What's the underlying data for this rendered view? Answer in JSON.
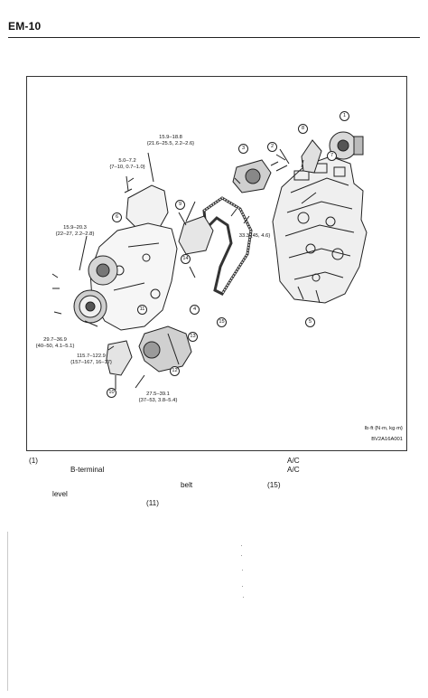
{
  "header": {
    "page_code": "EM-10"
  },
  "figure": {
    "torques": [
      {
        "text": "15.9–18.8",
        "line2": "{21.6–25.5, 2.2–2.6}"
      },
      {
        "text": "5.0–7.2",
        "line2": "{7–10, 0.7–1.0}"
      },
      {
        "text": "15.9–20.3",
        "line2": "{22–27, 2.2–2.8}"
      },
      {
        "text": "33.3 {45, 4.6}"
      },
      {
        "text": "29.7–36.9",
        "line2": "{40–50, 4.1–5.1}"
      },
      {
        "text": "115.7–122.9",
        "line2": "{157–167, 16–17}"
      },
      {
        "text": "27.5–39.1",
        "line2": "{37–53, 3.8–5.4}"
      }
    ],
    "callouts": [
      "1",
      "2",
      "3",
      "4",
      "5",
      "6",
      "7",
      "8",
      "9",
      "10",
      "11",
      "12",
      "13",
      "14",
      "15"
    ],
    "units": "lb·ft {N·m, kg·m}",
    "figure_code": "BV2A16A001"
  },
  "footnotes": {
    "f1_num": "(1)",
    "f1_ac": "A/C",
    "f1_bterm": "B-terminal",
    "f1_ac2": "A/C",
    "f2_belt": "belt",
    "f2_num": "(15)",
    "f2_level": "level",
    "f3_num": "(11)"
  }
}
